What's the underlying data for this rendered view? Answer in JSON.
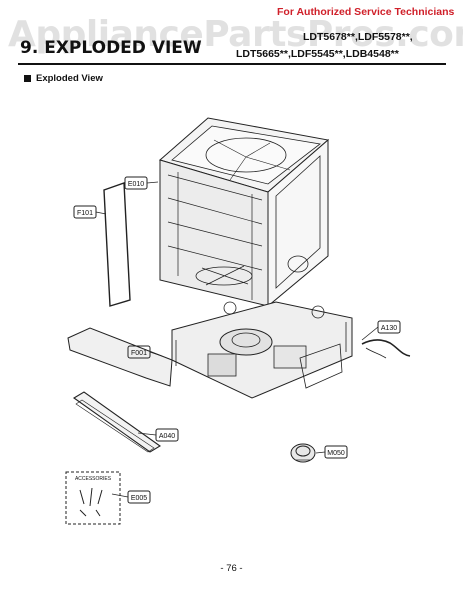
{
  "watermark": "AppliancePartsPros.com",
  "header": {
    "service_note": "For Authorized Service Technicians",
    "section_title": "9. EXPLODED VIEW",
    "models_line1": "LDT5678**,LDF5578**,",
    "models_line2": "LDT5665**,LDF5545**,LDB4548**"
  },
  "subheading": "Exploded View",
  "callouts": {
    "e010": "E010",
    "f101": "F101",
    "f001": "F001",
    "a130": "A130",
    "a040": "A040",
    "m050": "M050",
    "e005": "E005"
  },
  "accessories_label": "ACCESSORIES",
  "page_number": "- 76 -"
}
